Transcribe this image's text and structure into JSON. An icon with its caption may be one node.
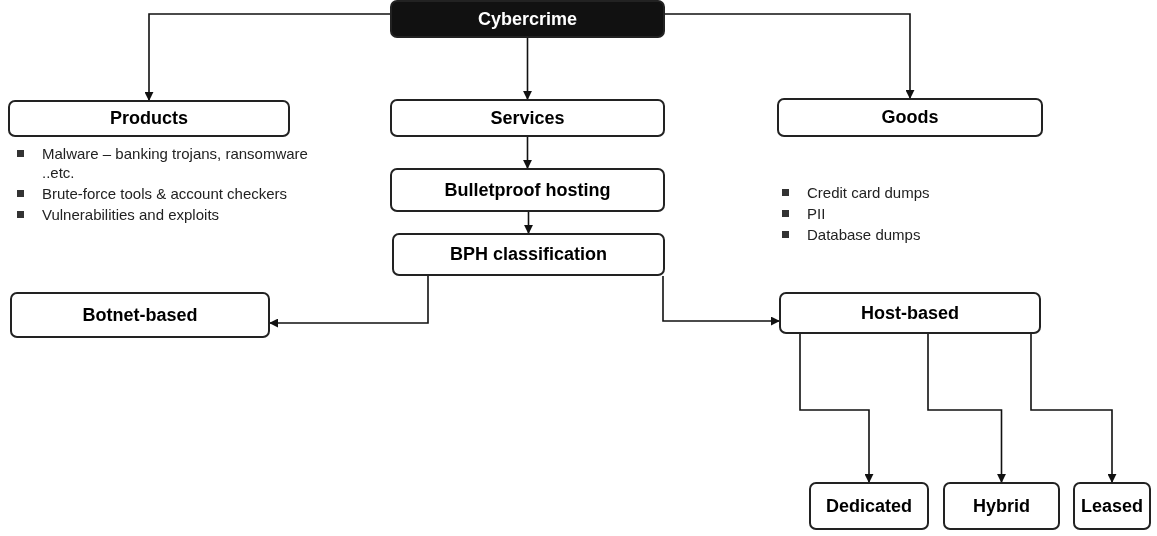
{
  "diagram": {
    "nodes": [
      {
        "text": [
          "Cybercrime"
        ]
      },
      {
        "text": [
          "Products"
        ],
        "beside": [
          "Malware – banking trojans, ransomware ..etc.",
          "Brute-force tools & account checkers",
          "Vulnerabilities and exploits"
        ]
      },
      {
        "text": [
          "Services"
        ]
      },
      {
        "text": [
          "Goods"
        ],
        "beside": [
          "Credit card dumps",
          "PII",
          "Database dumps"
        ]
      },
      {
        "text": [
          "Bulletproof hosting"
        ]
      },
      {
        "text": [
          "BPH classification"
        ]
      },
      {
        "text": [
          "Botnet-based"
        ]
      },
      {
        "text": [
          "Host-based"
        ]
      },
      {
        "text": [
          "Dedicated"
        ]
      },
      {
        "text": [
          "Hybrid"
        ]
      },
      {
        "text": [
          "Leased"
        ]
      }
    ],
    "edges": [
      {
        "from": 0,
        "to": 1,
        "arrow": "to"
      },
      {
        "from": 0,
        "to": 2,
        "arrow": "to"
      },
      {
        "from": 0,
        "to": 3,
        "arrow": "to"
      },
      {
        "from": 2,
        "to": 4,
        "arrow": "to"
      },
      {
        "from": 4,
        "to": 5,
        "arrow": "to"
      },
      {
        "from": 5,
        "to": 6,
        "arrow": "to"
      },
      {
        "from": 5,
        "to": 7,
        "arrow": "to"
      },
      {
        "from": 7,
        "to": 8,
        "arrow": "to"
      },
      {
        "from": 7,
        "to": 9,
        "arrow": "to"
      },
      {
        "from": 7,
        "to": 10,
        "arrow": "to"
      }
    ]
  }
}
